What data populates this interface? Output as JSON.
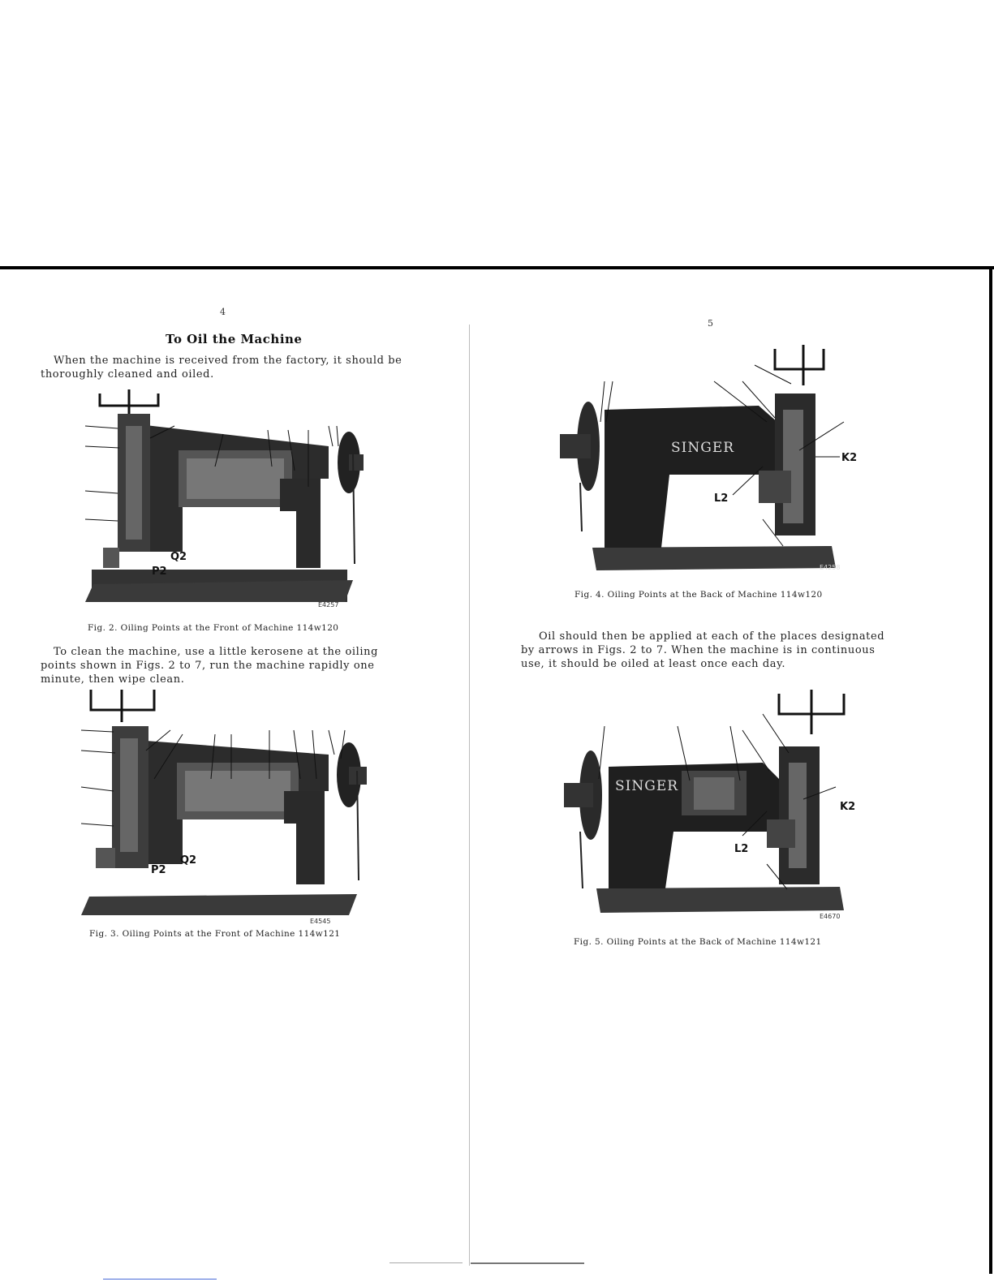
{
  "left_page": {
    "page_number": "4",
    "title": "To Oil the Machine",
    "paragraph1": "When the machine is received from the factory, it should be thoroughly cleaned and oiled.",
    "figure2": {
      "caption": "Fig. 2. Oiling Points at the Front of Machine 114w120",
      "code": "E4257",
      "labels": [
        "Q2",
        "P2"
      ]
    },
    "paragraph2": "To clean the machine, use a little kerosene at the oiling points shown in Figs. 2 to 7, run the machine rapidly one minute, then wipe clean.",
    "figure3": {
      "caption": "Fig. 3. Oiling Points at the Front of Machine 114w121",
      "code": "E4545",
      "labels": [
        "Q2",
        "P2"
      ]
    }
  },
  "right_page": {
    "page_number": "5",
    "figure4": {
      "caption": "Fig. 4. Oiling Points at the Back of Machine 114w120",
      "code": "E4258",
      "labels": [
        "SINGER",
        "K2",
        "L2"
      ]
    },
    "paragraph": "Oil should then be applied at each of the places designated by arrows in Figs. 2 to 7. When the machine is in continuous use, it should be oiled at least once each day.",
    "figure5": {
      "caption": "Fig. 5. Oiling Points at the Back of Machine 114w121",
      "code": "E4670",
      "labels": [
        "SINGER",
        "K2",
        "L2"
      ]
    }
  }
}
